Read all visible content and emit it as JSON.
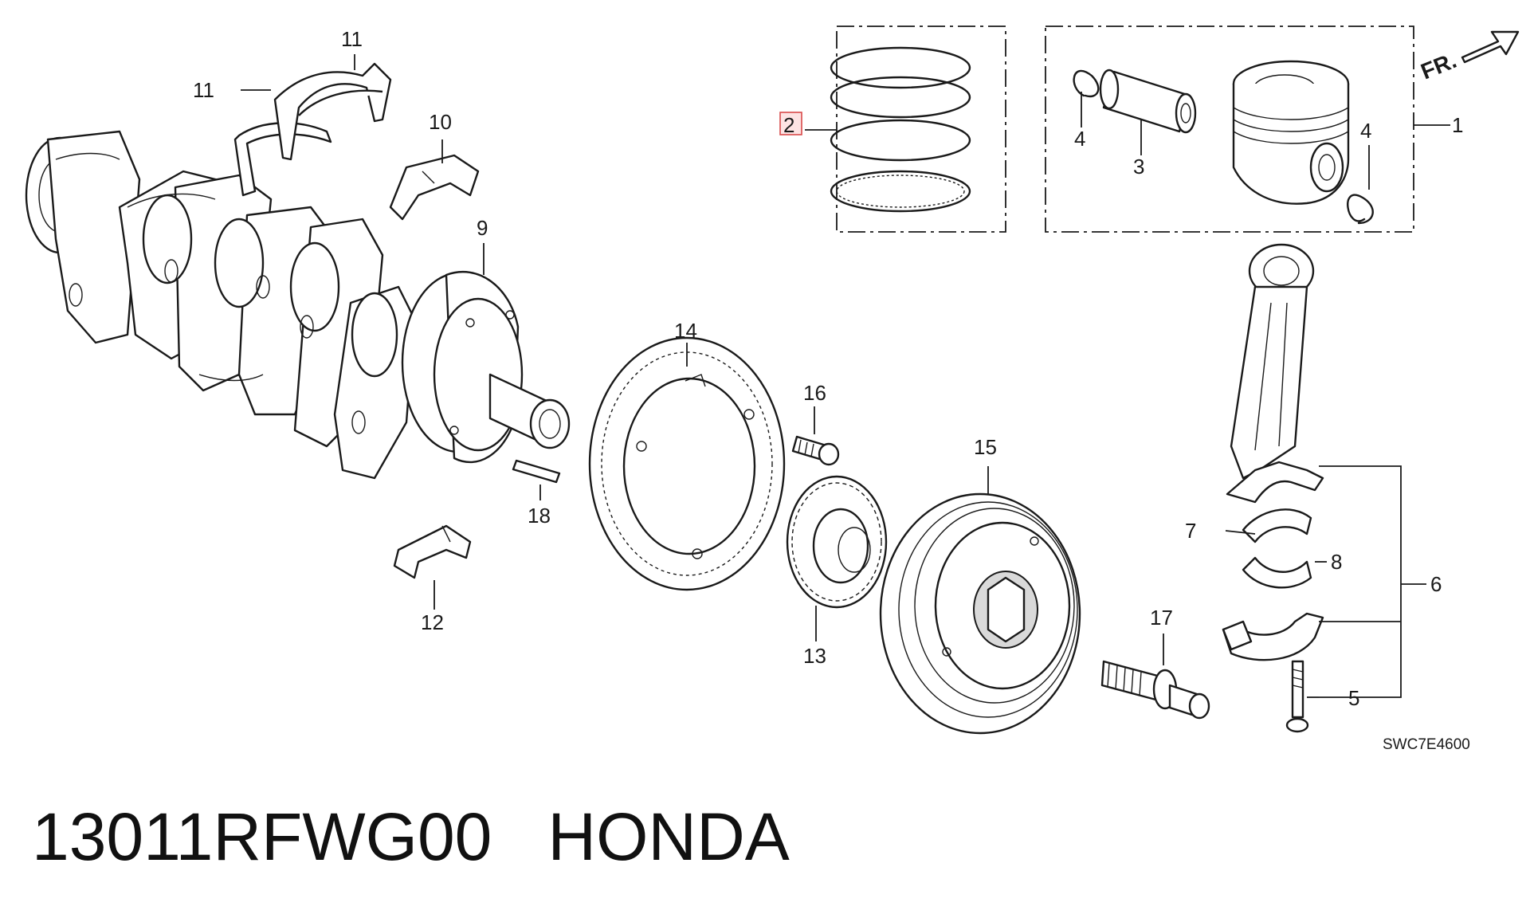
{
  "caption": {
    "part_number": "13011RFWG00",
    "brand": "HONDA"
  },
  "drawing_code": "SWC7E4600",
  "direction_marker": "FR.",
  "callouts": {
    "c1": "1",
    "c2": "2",
    "c3": "3",
    "c4a": "4",
    "c4b": "4",
    "c5": "5",
    "c6": "6",
    "c7": "7",
    "c8": "8",
    "c9": "9",
    "c10": "10",
    "c11a": "11",
    "c11b": "11",
    "c12": "12",
    "c13": "13",
    "c14": "14",
    "c15": "15",
    "c16": "16",
    "c17": "17",
    "c18": "18"
  },
  "highlighted_callout": "2",
  "colors": {
    "line": "#1a1a1a",
    "highlight_fill": "#fde3e3",
    "highlight_stroke": "#d94a4a"
  }
}
